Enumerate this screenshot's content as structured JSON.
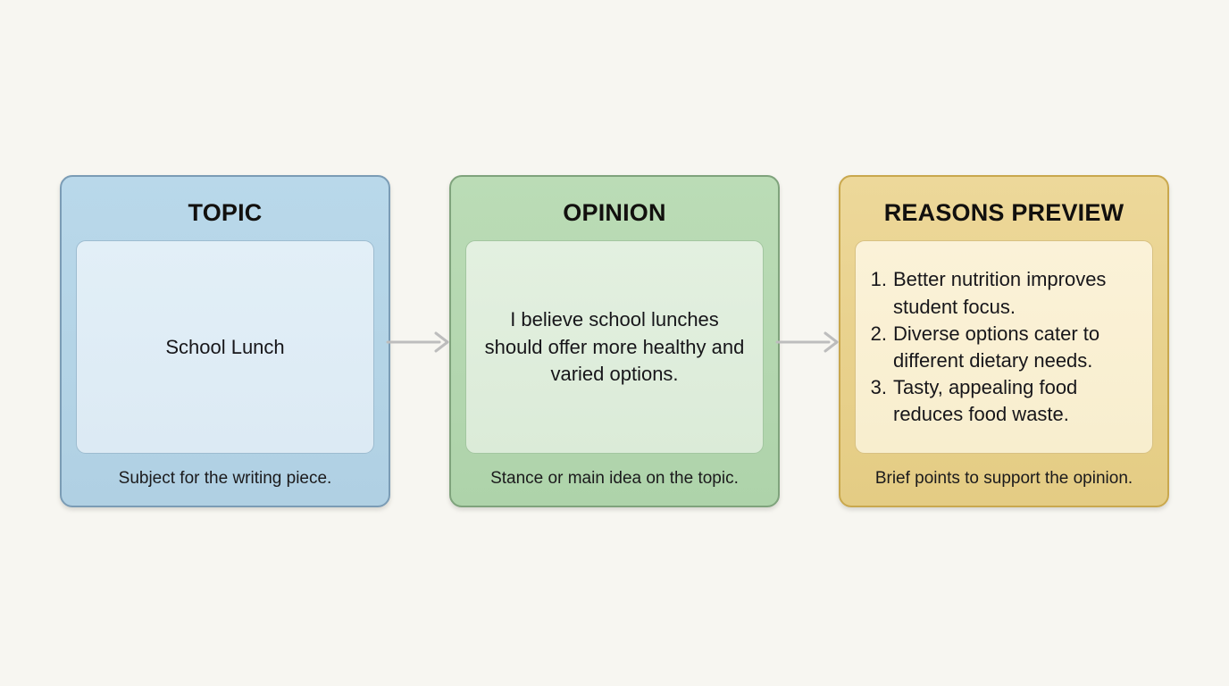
{
  "background_color": "#f7f6f1",
  "diagram": {
    "type": "flow",
    "cards": [
      {
        "id": "topic",
        "title": "TOPIC",
        "body_kind": "paragraph",
        "body_text": "School Lunch",
        "caption": "Subject for the writing piece.",
        "accent_color": "#b4d4e6",
        "border_color": "#7b9cb5",
        "panel_color": "#dceaf4"
      },
      {
        "id": "opinion",
        "title": "OPINION",
        "body_kind": "paragraph",
        "body_text": "I believe school lunches should offer more healthy and varied options.",
        "caption": "Stance or main idea on the topic.",
        "accent_color": "#b4d7b0",
        "border_color": "#7fa37c",
        "panel_color": "#dbebd8"
      },
      {
        "id": "reasons",
        "title": "REASONS PREVIEW",
        "body_kind": "ordered-list",
        "body_items": [
          {
            "number": "1.",
            "text": "Better nutrition improves student focus."
          },
          {
            "number": "2.",
            "text": "Diverse options cater to different dietary needs."
          },
          {
            "number": "3.",
            "text": "Tasty, appealing food reduces food waste."
          }
        ],
        "caption": "Brief points to support the opinion.",
        "accent_color": "#e8d18c",
        "border_color": "#c9a84e",
        "panel_color": "#f8eece"
      }
    ],
    "connectors": [
      {
        "id": "topic-to-opinion",
        "icon": "arrow-right-icon",
        "color": "#bdbdbd"
      },
      {
        "id": "opinion-to-reasons",
        "icon": "arrow-right-icon",
        "color": "#bdbdbd"
      }
    ]
  }
}
